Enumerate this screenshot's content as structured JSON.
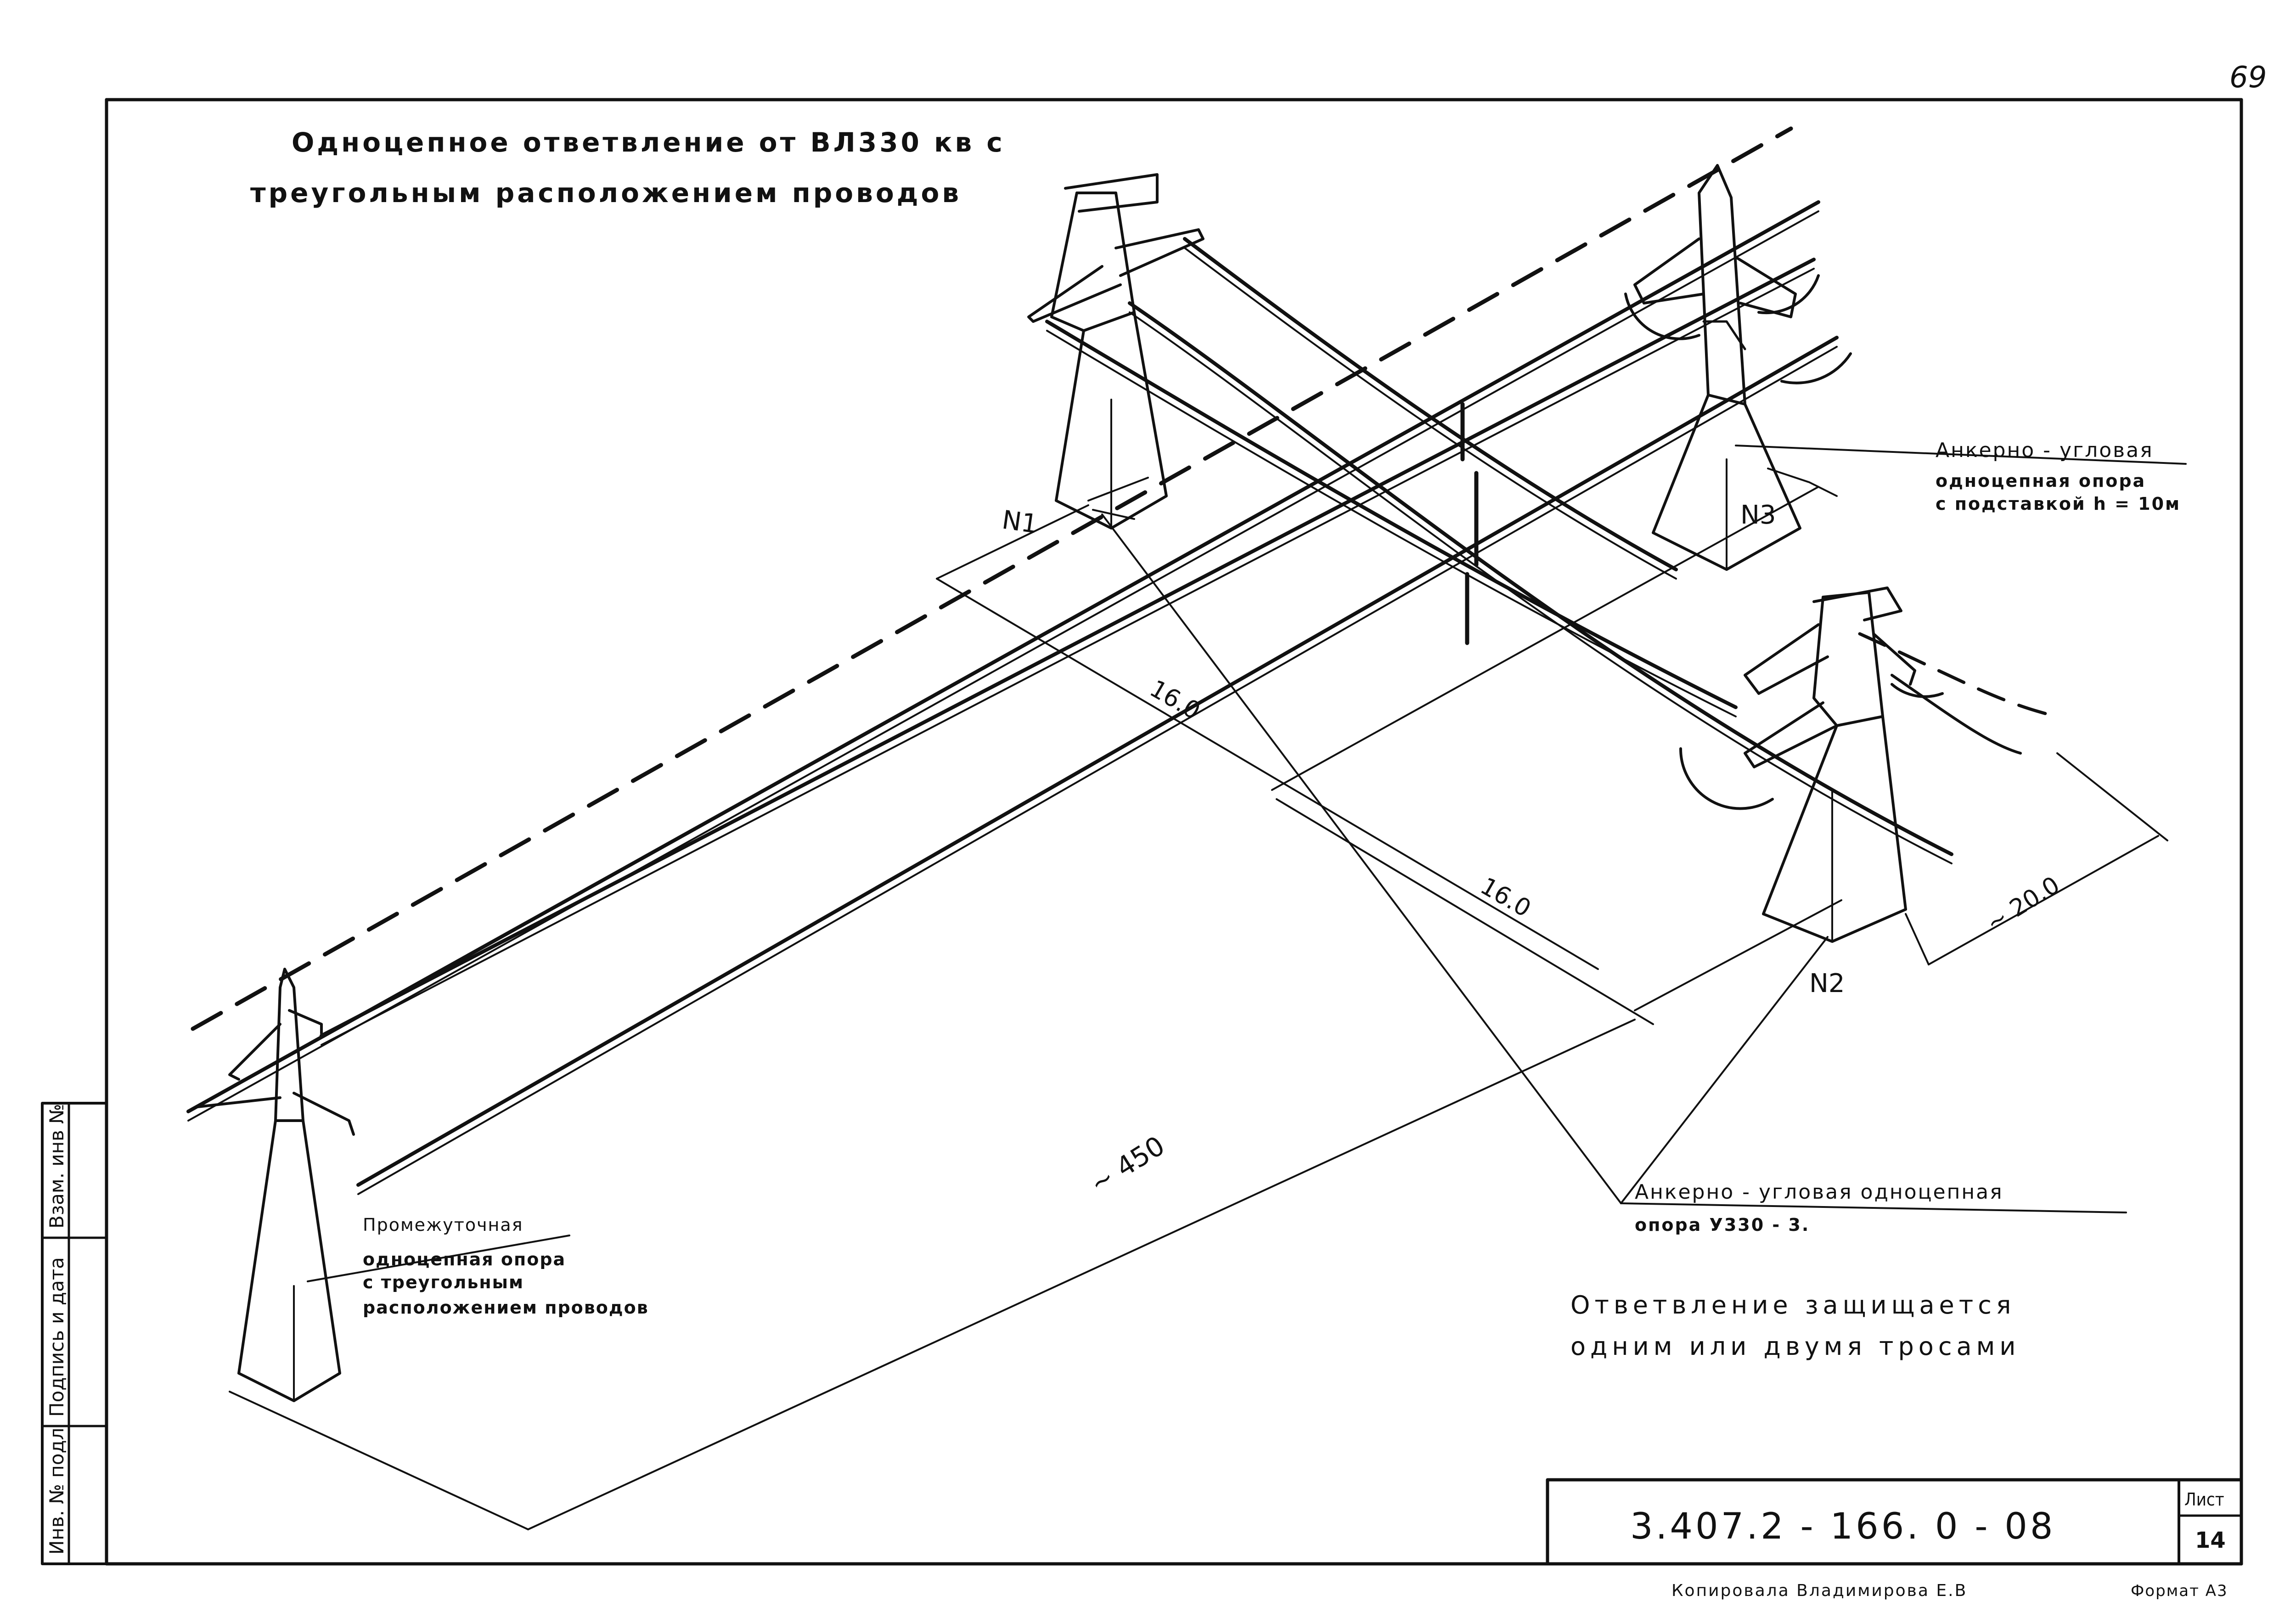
{
  "page_number": "69",
  "title": {
    "line1": "Одноцепное ответвление от ВЛ330 кв с",
    "line2": "треугольным расположением проводов"
  },
  "supports": {
    "n1": "N1",
    "n2": "N2",
    "n3": "N3"
  },
  "dimensions": {
    "d1": "16.0",
    "d2": "16.0",
    "d3": "~ 20.0",
    "d4": "~ 450"
  },
  "notes": {
    "anchor_corner_n3": {
      "line1": "Анкерно - угловая",
      "line2": "одноцепная опора",
      "line3": "с подставкой h = 10м"
    },
    "anchor_corner_n2": {
      "line1": "Анкерно - угловая одноцепная",
      "line2": "опора  У330 - 3."
    },
    "intermediate": {
      "line1": "Промежуточная",
      "line2": "одноцепная опора",
      "line3": "с треугольным",
      "line4": "расположением проводов"
    },
    "protection": {
      "line1": "Ответвление защищается",
      "line2": "одним или двумя тросами"
    }
  },
  "side_stamp": {
    "cell1": "Инв. № подл",
    "cell2": "Подпись и дата",
    "cell3": "Взам. инв №"
  },
  "title_block": {
    "doc_number": "3.407.2 - 166. 0 - 08",
    "sheet_label": "Лист",
    "sheet_number": "14"
  },
  "footer": {
    "copied_by": "Копировала  Владимирова Е.В",
    "format": "Формат А3"
  }
}
